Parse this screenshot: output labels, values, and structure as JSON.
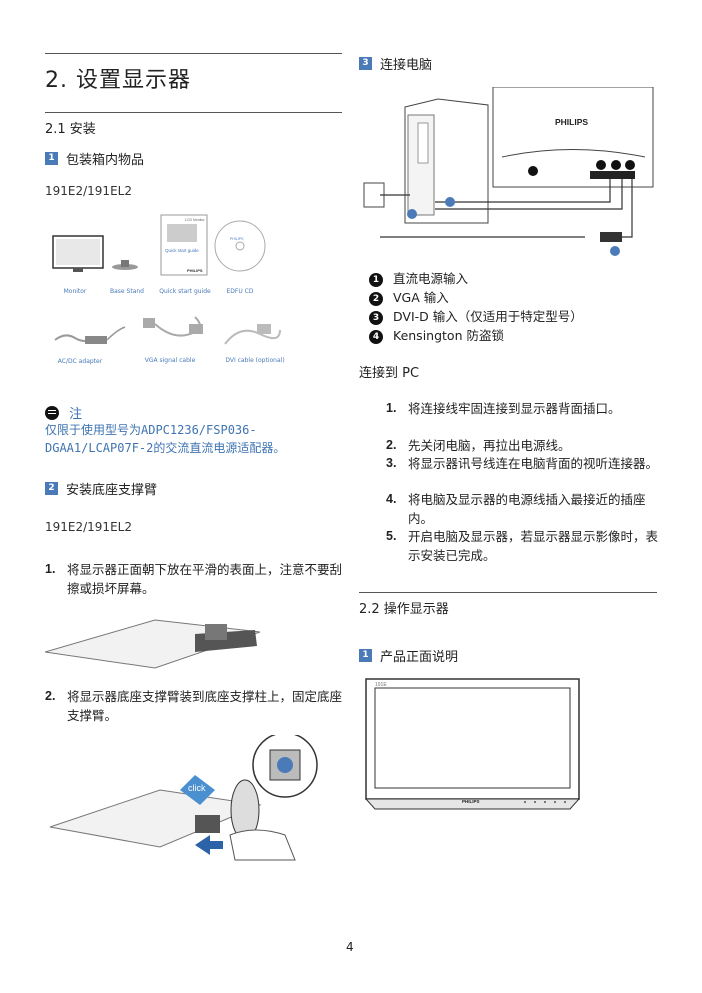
{
  "left": {
    "chapter_title": "2. 设置显示器",
    "section_title": "2.1 安装",
    "sub1": {
      "num": "1",
      "title": "包装箱内物品"
    },
    "model": "191E2/191EL2",
    "box_items": {
      "monitor": "Monitor",
      "base_stand": "Base Stand",
      "quick_start": "Quick start guide",
      "edfu_cd": "EDFU CD",
      "adapter": "AC/DC adapter",
      "vga_cable": "VGA signal cable",
      "dvi_cable": "DVI cable (optional)",
      "brand": "PHILIPS",
      "qsg_text": "Quick start guide",
      "qsg_model": "LCD Monitor"
    },
    "note": {
      "label": "注",
      "body": "仅限于使用型号为ADPC1236/FSP036-DGAA1/LCAP07F-2的交流直流电源适配器。"
    },
    "sub2": {
      "num": "2",
      "title": "安装底座支撑臂"
    },
    "model2": "191E2/191EL2",
    "steps": [
      {
        "n": "1.",
        "text": "将显示器正面朝下放在平滑的表面上，注意不要刮擦或损坏屏幕。"
      },
      {
        "n": "2.",
        "text": "将显示器底座支撑臂装到底座支撑柱上，固定底座支撑臂。"
      }
    ],
    "click_label": "click"
  },
  "right": {
    "sub3": {
      "num": "3",
      "title": "连接电脑"
    },
    "brand": "PHILIPS",
    "connectors": [
      {
        "num": "1",
        "label": "直流电源输入"
      },
      {
        "num": "2",
        "label": "VGA 输入"
      },
      {
        "num": "3",
        "label": "DVI-D 输入（仅适用于特定型号）"
      },
      {
        "num": "4",
        "label": "Kensington 防盗锁"
      }
    ],
    "connect_pc": "连接到 PC",
    "pc_steps": [
      {
        "n": "1.",
        "text": "将连接线牢固连接到显示器背面插口。"
      },
      {
        "n": "2.",
        "text": "先关闭电脑，再拉出电源线。"
      },
      {
        "n": "3.",
        "text": "将显示器讯号线连在电脑背面的视听连接器。"
      },
      {
        "n": "4.",
        "text": "将电脑及显示器的电源线插入最接近的插座内。"
      },
      {
        "n": "5.",
        "text": "开启电脑及显示器，若显示器显示影像时，表示安装已完成。"
      }
    ],
    "section2": "2.2 操作显示器",
    "sub4": {
      "num": "1",
      "title": "产品正面说明"
    },
    "front_model": "191E",
    "front_brand": "PHILIPS"
  },
  "page_number": "4"
}
